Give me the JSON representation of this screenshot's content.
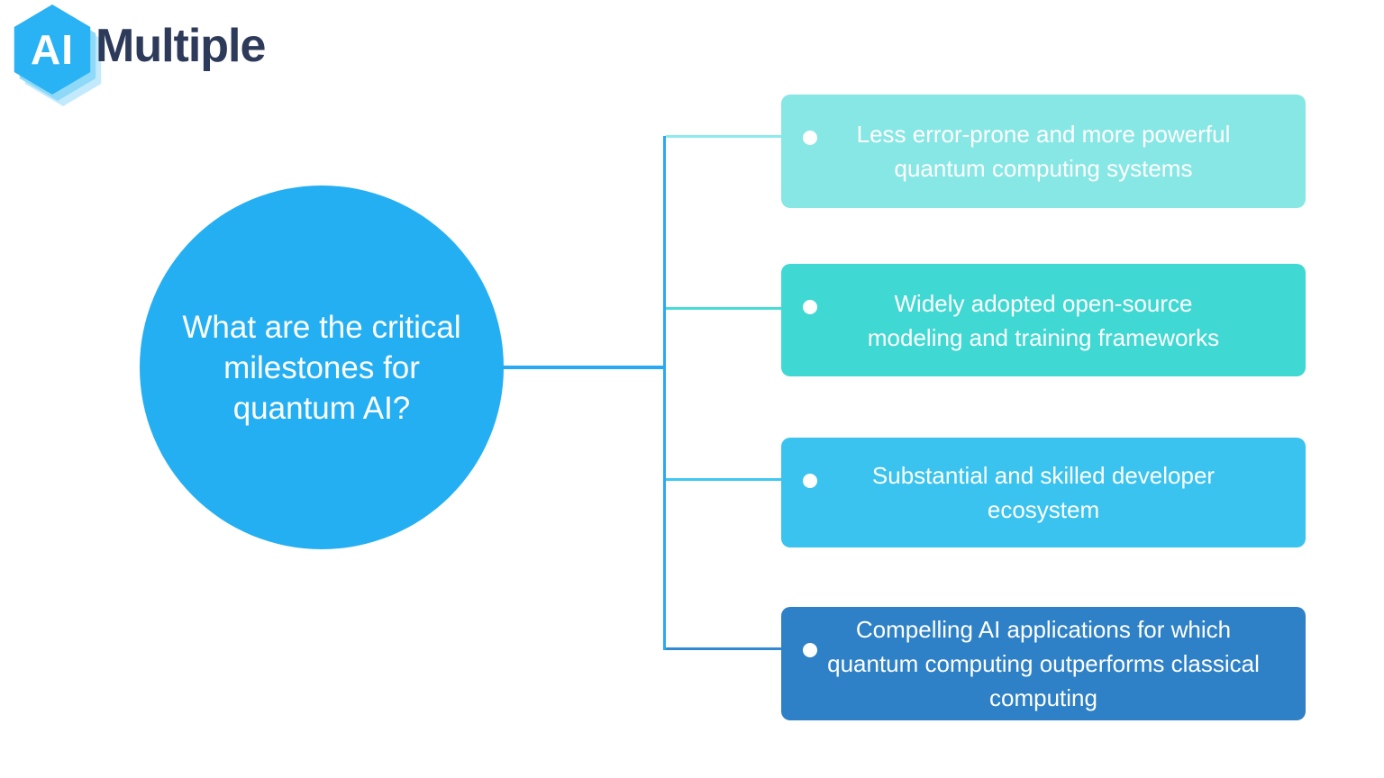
{
  "logo": {
    "badge": "AI",
    "name": "Multiple",
    "hex_color": "#29b2f4",
    "text_color": "#2d3a5a"
  },
  "question_circle": {
    "full_text": "What are the critical milestones for quantum AI?",
    "lines": [
      "What are the critical",
      "milestones for",
      "quantum AI?"
    ],
    "color": "#25aff3"
  },
  "connector": {
    "color": "#29a9f2"
  },
  "milestones": [
    {
      "full_text": "Less error-prone and more powerful quantum computing systems",
      "lines": [
        "Less error-prone and more powerful",
        "quantum computing systems"
      ],
      "box_color": "#87e7e4",
      "line_color": "#8eebeb"
    },
    {
      "full_text": "Widely adopted open-source modeling and training frameworks",
      "lines": [
        "Widely adopted open-source",
        "modeling and training frameworks"
      ],
      "box_color": "#40d8d2",
      "line_color": "#47dbd7"
    },
    {
      "full_text": "Substantial and skilled developer ecosystem",
      "lines": [
        "Substantial and skilled developer",
        "ecosystem"
      ],
      "box_color": "#3ac3ee",
      "line_color": "#3ec8f2"
    },
    {
      "full_text": "Compelling AI applications for which quantum computing outperforms classical computing",
      "lines": [
        "Compelling AI applications for which",
        "quantum computing outperforms classical",
        "computing"
      ],
      "box_color": "#2e81c6",
      "line_color": "#3189d1"
    }
  ]
}
